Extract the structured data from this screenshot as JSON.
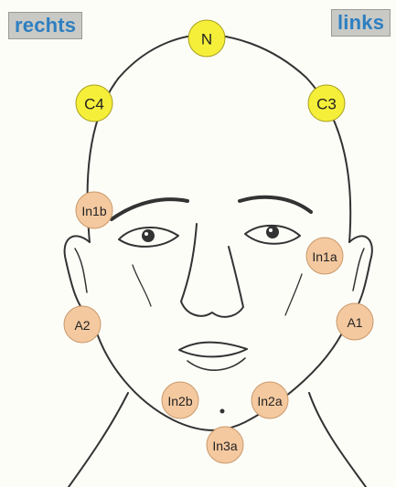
{
  "labels": {
    "right_side": "rechts",
    "left_side": "links"
  },
  "colors": {
    "reference_electrode": "#f5ef3a",
    "measure_electrode": "#f4c9a0",
    "outline": "#333333",
    "side_label_text": "#2d7fc1",
    "side_label_bg": "#c9c9c5"
  },
  "electrodes": [
    {
      "id": "N",
      "label": "N",
      "type": "reference"
    },
    {
      "id": "C4",
      "label": "C4",
      "type": "reference"
    },
    {
      "id": "C3",
      "label": "C3",
      "type": "reference"
    },
    {
      "id": "In1b",
      "label": "In1b",
      "type": "measure"
    },
    {
      "id": "In1a",
      "label": "In1a",
      "type": "measure"
    },
    {
      "id": "A2",
      "label": "A2",
      "type": "measure"
    },
    {
      "id": "A1",
      "label": "A1",
      "type": "measure"
    },
    {
      "id": "In2b",
      "label": "In2b",
      "type": "measure"
    },
    {
      "id": "In2a",
      "label": "In2a",
      "type": "measure"
    },
    {
      "id": "In3a",
      "label": "In3a",
      "type": "measure"
    }
  ]
}
